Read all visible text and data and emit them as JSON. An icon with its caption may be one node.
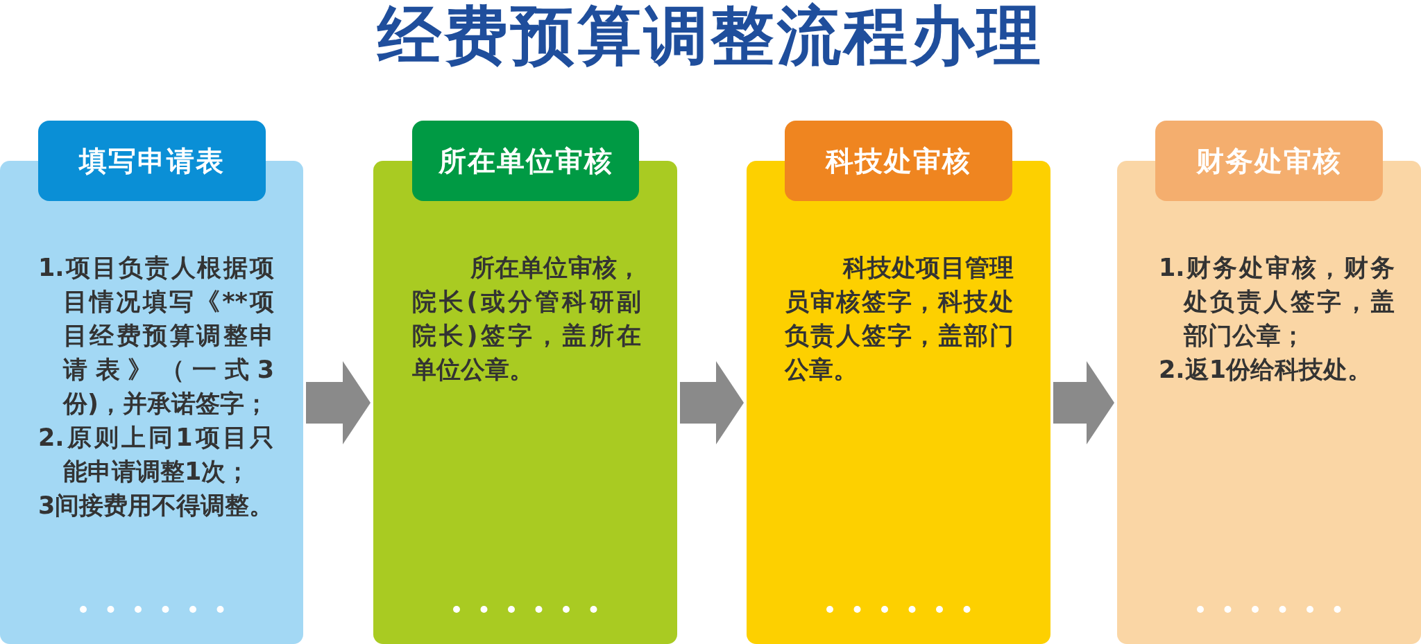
{
  "diagram": {
    "title": "经费预算调整流程办理",
    "nodes": [
      {
        "text": [
          "填写申请表",
          "1.项目负责人根据项目情况填写《**项目经费预算调整申请表》（一式3份)，并承诺签字；",
          "2.原则上同1项目只能申请调整1次；",
          "3间接费用不得调整。"
        ]
      },
      {
        "text": [
          "所在单位审核",
          "所在单位审核，院长(或分管科研副院长)签字，盖所在单位公章。"
        ]
      },
      {
        "text": [
          "科技处审核",
          "科技处项目管理员审核签字，科技处负责人签字，盖部门公章。"
        ]
      },
      {
        "text": [
          "财务处审核",
          "1.财务处审核，财务处负责人签字，盖部门公章；",
          "2.返1份给科技处。"
        ]
      }
    ],
    "edges": [
      {
        "from": 0,
        "to": 1,
        "arrow": "to"
      },
      {
        "from": 1,
        "to": 2,
        "arrow": "to"
      },
      {
        "from": 2,
        "to": 3,
        "arrow": "to"
      }
    ]
  }
}
